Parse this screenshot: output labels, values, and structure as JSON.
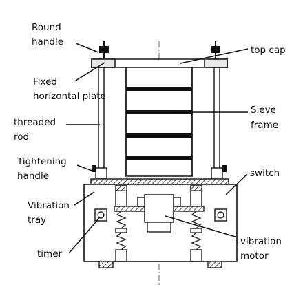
{
  "labels": {
    "round_handle": [
      "Round",
      "handle"
    ],
    "top_cap": "top cap",
    "fixed_plate": [
      "Fixed",
      "horizontal plate"
    ],
    "threaded_rod": [
      "threaded",
      "rod"
    ],
    "sieve_frame": [
      "Sieve",
      "frame"
    ],
    "tightening_handle": [
      "Tightening",
      "handle"
    ],
    "switch": "switch",
    "vibration_tray": [
      "Vibration",
      "tray"
    ],
    "timer": "timer",
    "vibration_motor": [
      "vibration",
      "motor"
    ]
  }
}
